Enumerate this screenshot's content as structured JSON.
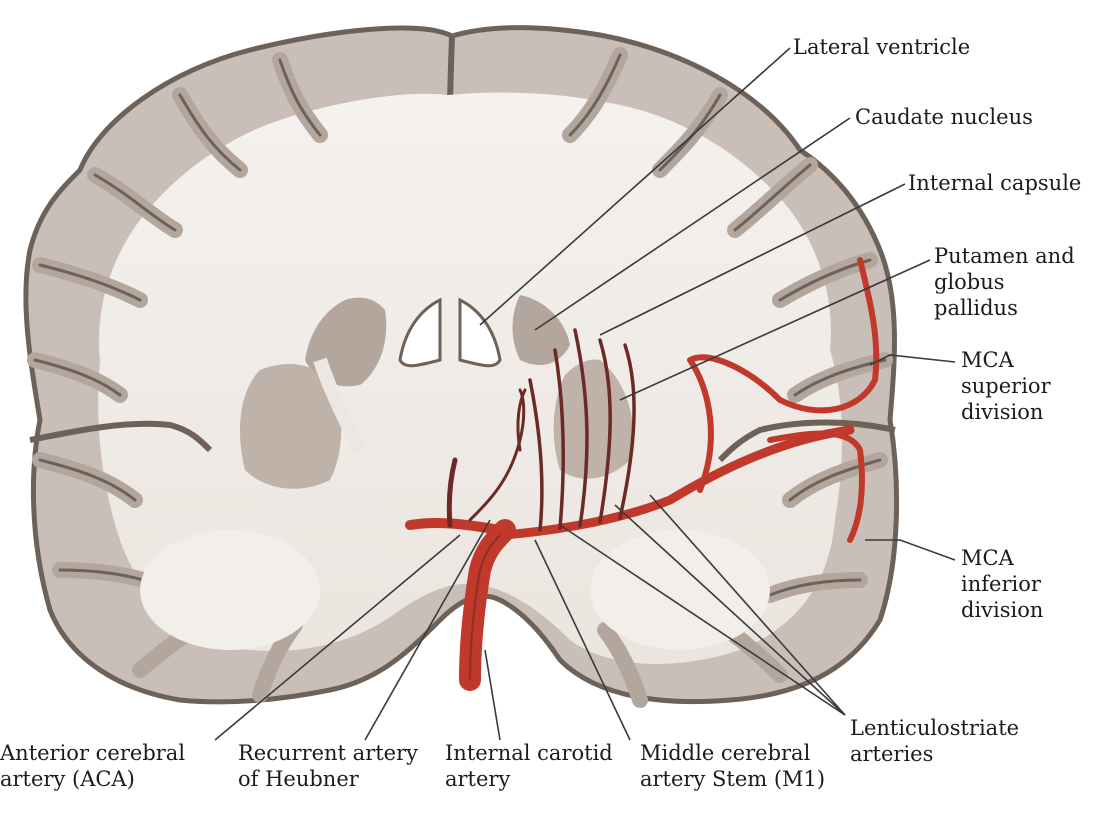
{
  "labels": {
    "lateral_ventricle": "Lateral ventricle",
    "caudate_nucleus": "Caudate nucleus",
    "internal_capsule": "Internal capsule",
    "putamen": [
      "Putamen and",
      "globus",
      "pallidus"
    ],
    "mca_superior": [
      "MCA",
      "superior",
      "division"
    ],
    "mca_inferior": [
      "MCA",
      "inferior",
      "division"
    ],
    "lenticulostriate": [
      "Lenticulostriate",
      "arteries"
    ],
    "aca": [
      "Anterior cerebral",
      "artery (ACA)"
    ],
    "heubner": [
      "Recurrent artery",
      "of Heubner"
    ],
    "ica": [
      "Internal carotid",
      "artery"
    ],
    "m1": [
      "Middle cerebral",
      "artery Stem (M1)"
    ]
  },
  "colors": {
    "cortex": "#c9bfb8",
    "cortex_edge": "#6e6258",
    "white_matter": "#f1ede9",
    "deep_nuclei": "#a89a8f",
    "artery": "#c0392b",
    "artery_dark": "#6b2a26",
    "leader": "#3a3a3a"
  }
}
